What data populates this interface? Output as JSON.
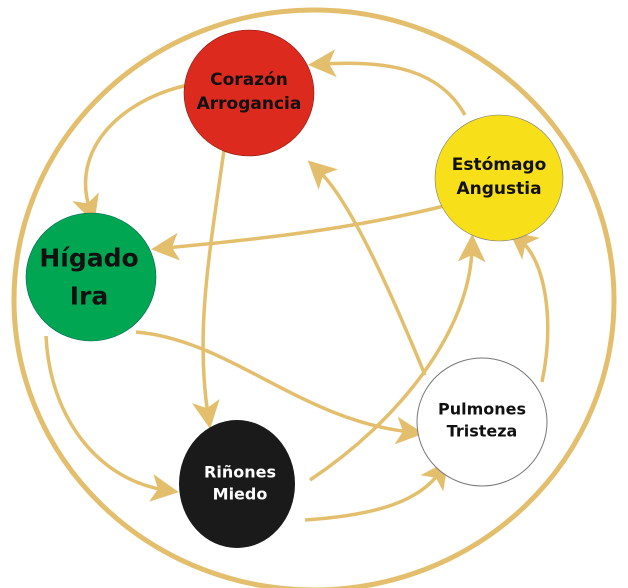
{
  "colors": {
    "ring": "#e3bf6d",
    "corazon": "#dc2a1e",
    "estomago": "#f7df1a",
    "higado": "#00a651",
    "rinones": "#1a1a1a",
    "pulmones": "#ffffff"
  },
  "nodes": {
    "corazon": {
      "organ": "Corazón",
      "emotion": "Arrogancia"
    },
    "estomago": {
      "organ": "Estómago",
      "emotion": "Angustia"
    },
    "higado": {
      "organ": "Hígado",
      "emotion": "Ira"
    },
    "rinones": {
      "organ": "Riñones",
      "emotion": "Miedo"
    },
    "pulmones": {
      "organ": "Pulmones",
      "emotion": "Tristeza"
    }
  }
}
